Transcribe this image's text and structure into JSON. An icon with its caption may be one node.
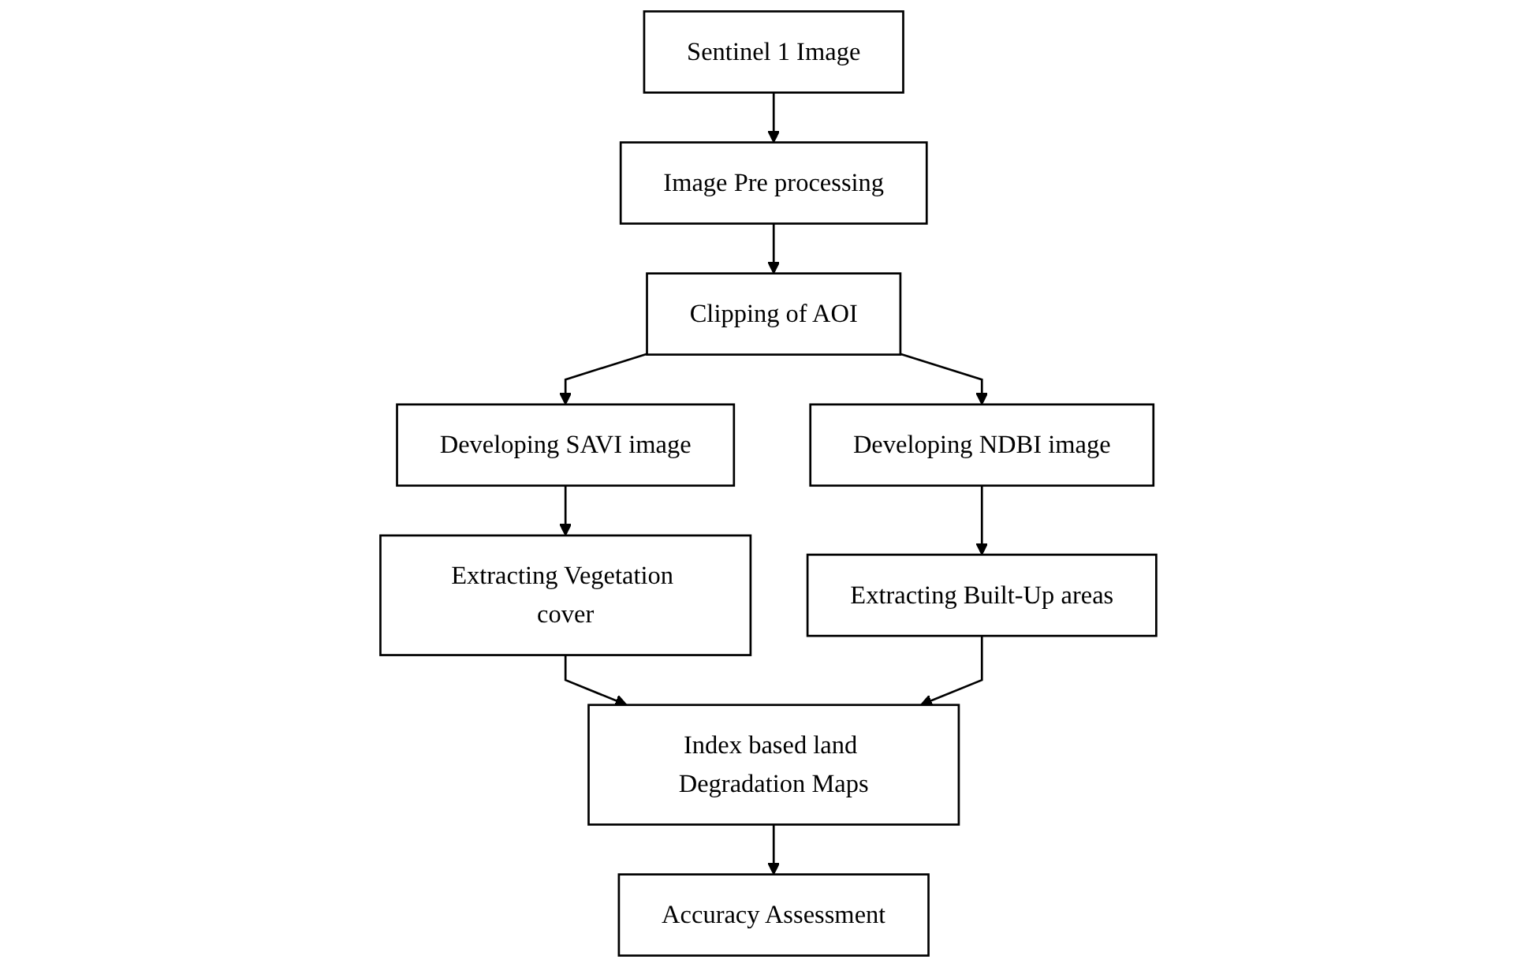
{
  "diagram": {
    "nodes": [
      {
        "text": [
          "Sentinel 1 Image"
        ]
      },
      {
        "text": [
          "Image Pre processing"
        ]
      },
      {
        "text": [
          "Clipping of AOI"
        ]
      },
      {
        "text": [
          "Developing SAVI image"
        ]
      },
      {
        "text": [
          "Developing NDBI image"
        ]
      },
      {
        "text": [
          "Extracting Vegetation cover"
        ]
      },
      {
        "text": [
          "Extracting Built-Up areas"
        ]
      },
      {
        "text": [
          "Index based land Degradation Maps"
        ]
      },
      {
        "text": [
          "Accuracy Assessment"
        ]
      }
    ],
    "edges": [
      {
        "from": 0,
        "to": 1,
        "arrow": "to"
      },
      {
        "from": 1,
        "to": 2,
        "arrow": "to"
      },
      {
        "from": 2,
        "to": 3,
        "arrow": "to"
      },
      {
        "from": 2,
        "to": 4,
        "arrow": "to"
      },
      {
        "from": 3,
        "to": 5,
        "arrow": "to"
      },
      {
        "from": 4,
        "to": 6,
        "arrow": "to"
      },
      {
        "from": 5,
        "to": 7,
        "arrow": "to"
      },
      {
        "from": 6,
        "to": 7,
        "arrow": "to"
      },
      {
        "from": 7,
        "to": 8,
        "arrow": "to"
      }
    ]
  }
}
